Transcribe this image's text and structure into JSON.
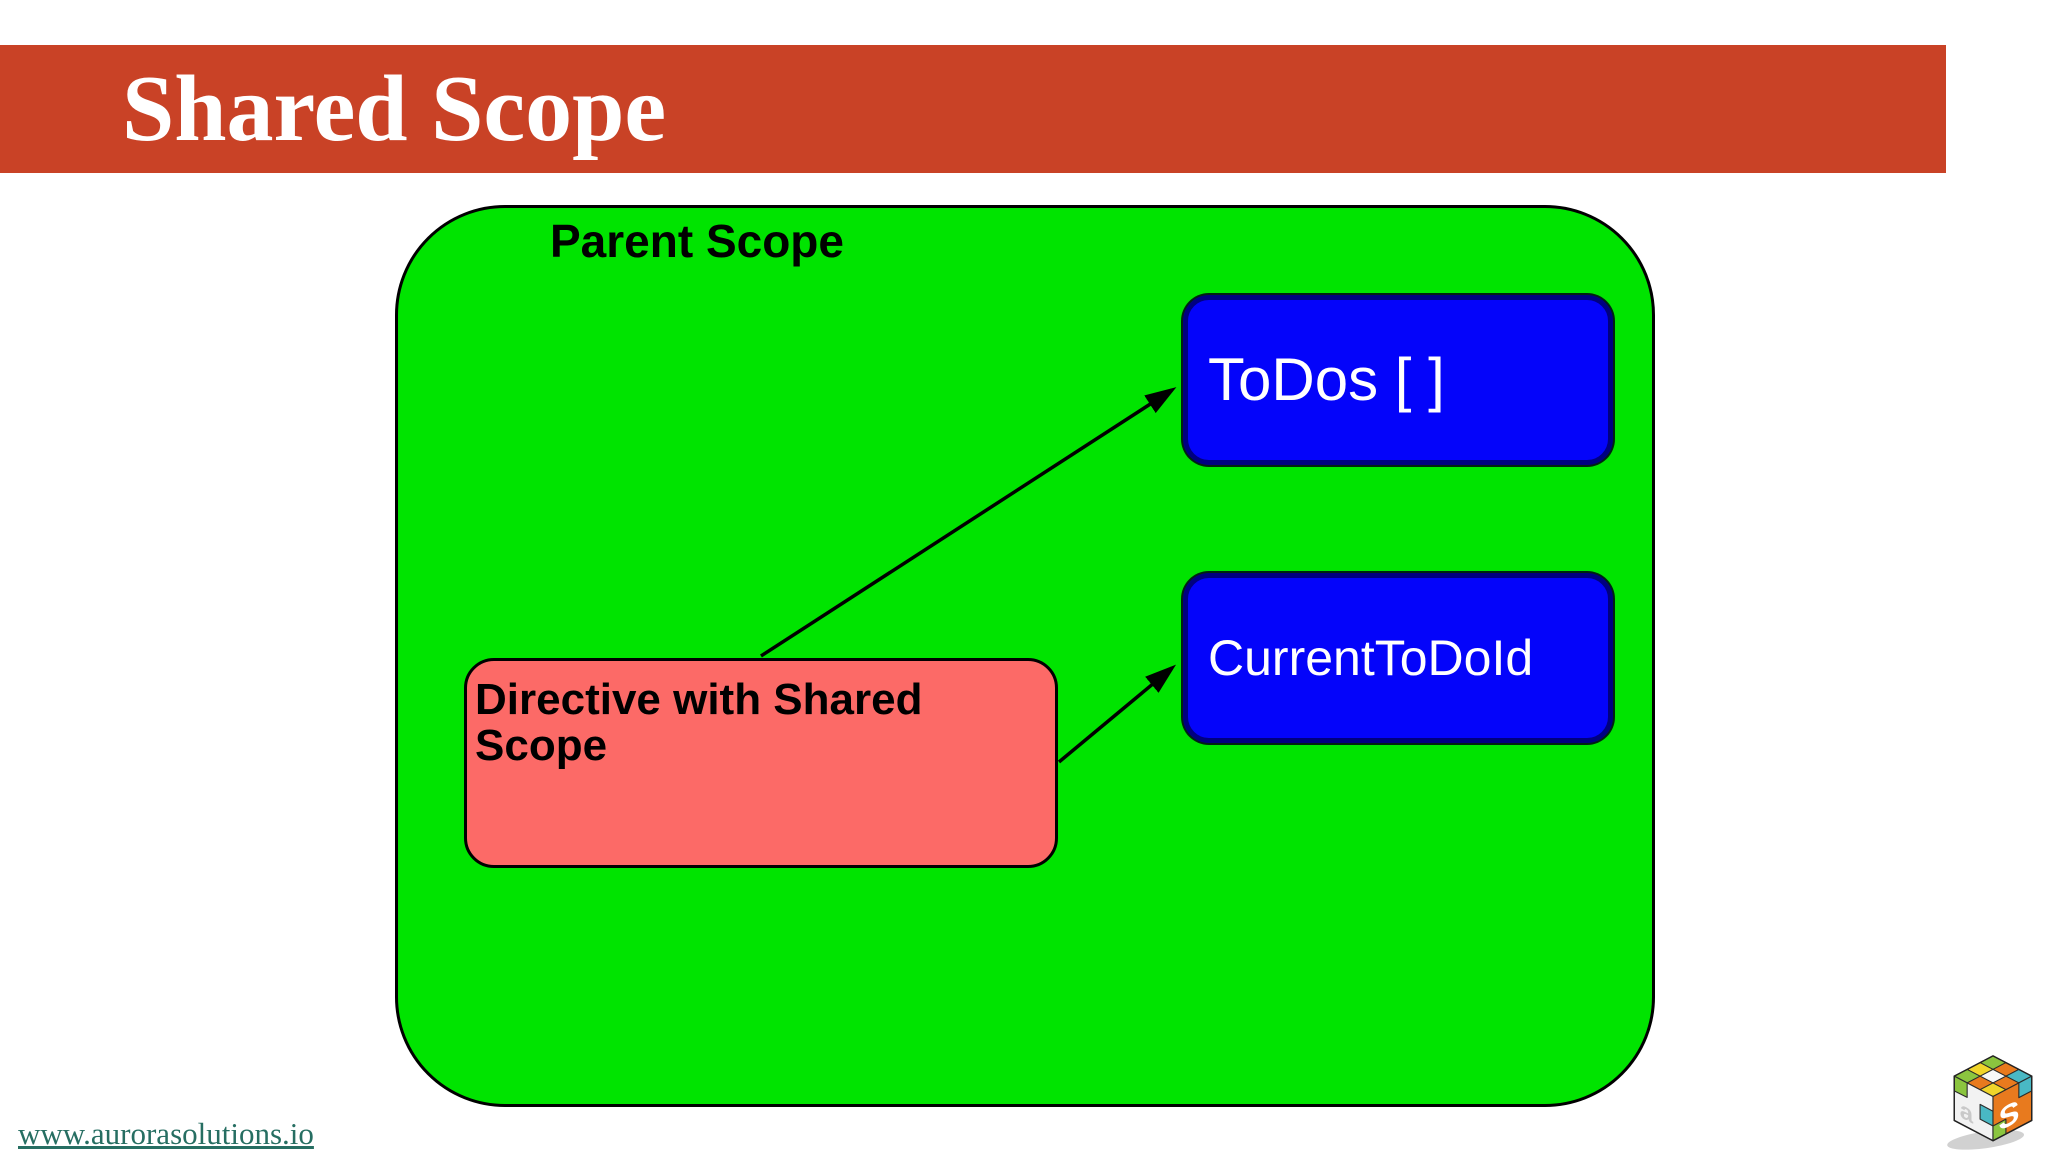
{
  "header": {
    "title": "Shared Scope"
  },
  "diagram": {
    "parent_scope_label": "Parent Scope",
    "directive_label": "Directive with Shared Scope",
    "todos_label": "ToDos [ ]",
    "current_todo_label": "CurrentToDoId"
  },
  "footer": {
    "link_text": "www.aurorasolutions.io"
  },
  "icons": {
    "logo": "aurora-rubiks-cube-logo"
  },
  "colors": {
    "header_bar": "#c94226",
    "title_text": "#ffffff",
    "parent_scope_fill": "#00e400",
    "directive_fill": "#fc6a67",
    "todo_fill": "#0404fa",
    "todo_border": "#000080",
    "link_text": "#266e62",
    "outline": "#000000"
  }
}
